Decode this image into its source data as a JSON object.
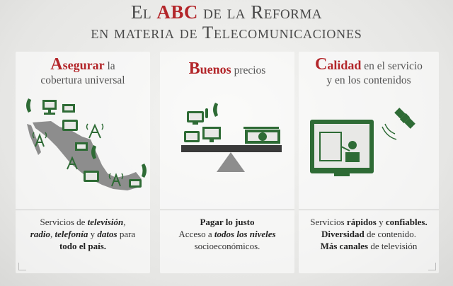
{
  "title": {
    "line1_pre": "El",
    "line1_abc": "ABC",
    "line1_post": "de la Reforma",
    "line2": "en materia de Telecomunicaciones"
  },
  "panels": [
    {
      "head_initial": "A",
      "head_rest": "segurar",
      "head_tail": " la",
      "head_line2": "cobertura universal",
      "foot": {
        "l1_pre": "Servicios de ",
        "l1_em": "televisión",
        "l1_post": ",",
        "l2_em1": "radio",
        "l2_sep1": ", ",
        "l2_em2": "telefonía",
        "l2_mid": " y ",
        "l2_em3": "datos",
        "l2_post": " para",
        "l3_b": "todo el país."
      },
      "colors": {
        "accent": "#b3262a",
        "icon": "#2e6b35"
      }
    },
    {
      "head_initial": "B",
      "head_rest": "uenos",
      "head_tail": " precios",
      "foot": {
        "l1_b": "Pagar lo justo",
        "l2_pre": "Acceso a ",
        "l2_em": "todos los niveles",
        "l3": "socioeconómicos."
      }
    },
    {
      "head_initial": "C",
      "head_rest": "alidad",
      "head_tail": " en el servicio",
      "head_line2": "y en los contenidos",
      "foot": {
        "l1_pre": "Servicios ",
        "l1_b1": "rápidos",
        "l1_mid": " y ",
        "l1_b2": "confiables.",
        "l2_b": "Diversidad",
        "l2_post": " de contenido.",
        "l3_b": "Más canales",
        "l3_post": " de televisión"
      }
    }
  ]
}
